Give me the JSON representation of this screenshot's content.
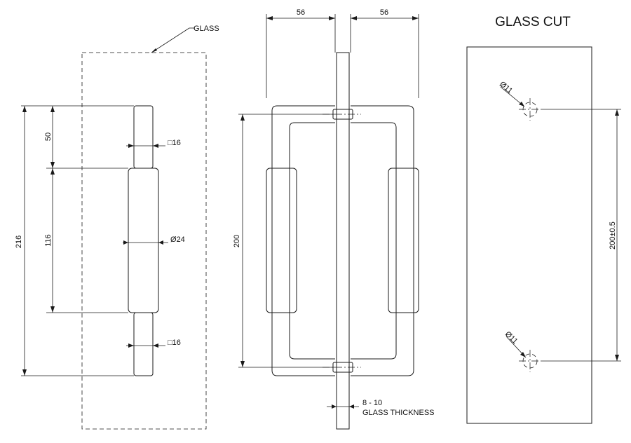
{
  "title": "GLASS CUT",
  "labels": {
    "glass": "GLASS",
    "glass_thickness_value": "8 - 10",
    "glass_thickness_text": "GLASS THICKNESS"
  },
  "dimensions": {
    "overall_height": "216",
    "top_bar": "50",
    "grip_length": "116",
    "square_top": "16",
    "grip_diameter": "24",
    "square_bottom": "16",
    "center_distance": "200",
    "projection_left": "56",
    "projection_right": "56",
    "hole_top_diameter": "11",
    "hole_bottom_diameter": "11",
    "hole_spacing": "200±0.5"
  },
  "symbols": {
    "square": "□",
    "diameter": "Ø"
  },
  "colors": {
    "line": "#1a1a1a",
    "background": "#ffffff"
  }
}
